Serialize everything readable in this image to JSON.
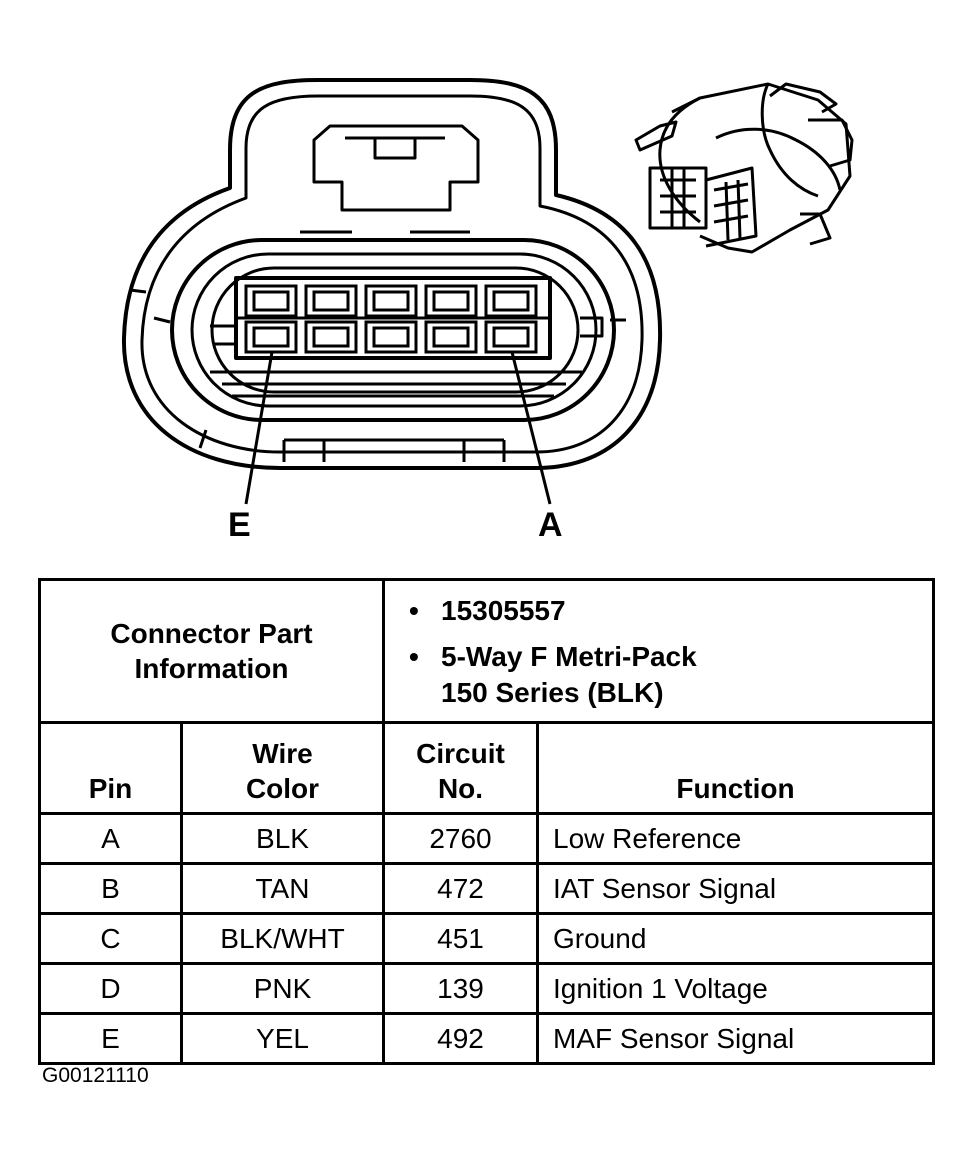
{
  "pin_labels": {
    "left": "E",
    "right": "A"
  },
  "part_info": {
    "label_line1": "Connector Part",
    "label_line2": "Information",
    "items": [
      {
        "line1": "15305557",
        "line2": ""
      },
      {
        "line1": "5-Way F Metri-Pack",
        "line2": "150 Series (BLK)"
      }
    ]
  },
  "columns": {
    "pin": "Pin",
    "wire_color_1": "Wire",
    "wire_color_2": "Color",
    "circuit_1": "Circuit",
    "circuit_2": "No.",
    "function": "Function"
  },
  "rows": [
    {
      "pin": "A",
      "color": "BLK",
      "circuit": "2760",
      "function": "Low Reference"
    },
    {
      "pin": "B",
      "color": "TAN",
      "circuit": "472",
      "function": "IAT Sensor Signal"
    },
    {
      "pin": "C",
      "color": "BLK/WHT",
      "circuit": "451",
      "function": "Ground"
    },
    {
      "pin": "D",
      "color": "PNK",
      "circuit": "139",
      "function": "Ignition 1 Voltage"
    },
    {
      "pin": "E",
      "color": "YEL",
      "circuit": "492",
      "function": "MAF Sensor Signal"
    }
  ],
  "figure_id": "G00121110"
}
